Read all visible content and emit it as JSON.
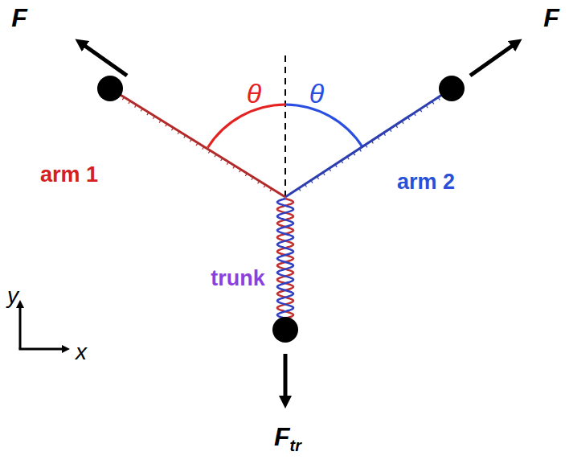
{
  "diagram": {
    "labels": [
      "F",
      "F",
      "θ",
      "θ",
      "arm 1",
      "arm 2",
      "trunk",
      "Ftr",
      "y",
      "x"
    ]
  }
}
